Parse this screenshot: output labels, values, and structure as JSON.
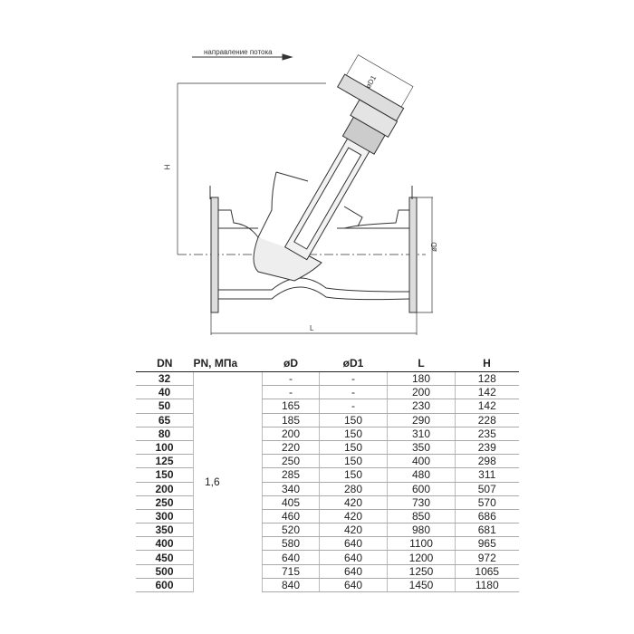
{
  "flow_label": "направление потока",
  "dimension_labels": {
    "H": "H",
    "L": "L",
    "D": "øD",
    "D1": "øD1"
  },
  "table": {
    "headers": [
      "DN",
      "PN, МПа",
      "øD",
      "øD1",
      "L",
      "H"
    ],
    "pn_value": "1,6",
    "rows": [
      {
        "dn": "32",
        "d": "-",
        "d1": "-",
        "l": "180",
        "h": "128"
      },
      {
        "dn": "40",
        "d": "-",
        "d1": "-",
        "l": "200",
        "h": "142"
      },
      {
        "dn": "50",
        "d": "165",
        "d1": "-",
        "l": "230",
        "h": "142"
      },
      {
        "dn": "65",
        "d": "185",
        "d1": "150",
        "l": "290",
        "h": "228"
      },
      {
        "dn": "80",
        "d": "200",
        "d1": "150",
        "l": "310",
        "h": "235"
      },
      {
        "dn": "100",
        "d": "220",
        "d1": "150",
        "l": "350",
        "h": "239"
      },
      {
        "dn": "125",
        "d": "250",
        "d1": "150",
        "l": "400",
        "h": "298"
      },
      {
        "dn": "150",
        "d": "285",
        "d1": "150",
        "l": "480",
        "h": "311"
      },
      {
        "dn": "200",
        "d": "340",
        "d1": "280",
        "l": "600",
        "h": "507"
      },
      {
        "dn": "250",
        "d": "405",
        "d1": "420",
        "l": "730",
        "h": "570"
      },
      {
        "dn": "300",
        "d": "460",
        "d1": "420",
        "l": "850",
        "h": "686"
      },
      {
        "dn": "350",
        "d": "520",
        "d1": "420",
        "l": "980",
        "h": "681"
      },
      {
        "dn": "400",
        "d": "580",
        "d1": "640",
        "l": "1100",
        "h": "965"
      },
      {
        "dn": "450",
        "d": "640",
        "d1": "640",
        "l": "1200",
        "h": "972"
      },
      {
        "dn": "500",
        "d": "715",
        "d1": "640",
        "l": "1250",
        "h": "1065"
      },
      {
        "dn": "600",
        "d": "840",
        "d1": "640",
        "l": "1450",
        "h": "1180"
      }
    ]
  }
}
